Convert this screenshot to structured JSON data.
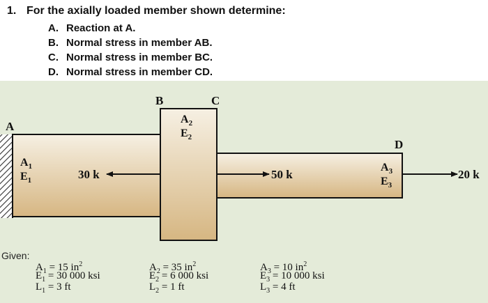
{
  "problem": {
    "number": "1.",
    "statement": "For the axially loaded member shown determine:",
    "parts": [
      {
        "letter": "A.",
        "text": "Reaction at A."
      },
      {
        "letter": "B.",
        "text": "Normal stress in member AB."
      },
      {
        "letter": "C.",
        "text": "Normal stress in member BC."
      },
      {
        "letter": "D.",
        "text": "Normal stress in member CD."
      }
    ]
  },
  "diagram": {
    "point_labels": {
      "A": "A",
      "B": "B",
      "C": "C",
      "D": "D"
    },
    "segment_labels": {
      "ab": {
        "area": "A",
        "area_sub": "1",
        "modulus": "E",
        "modulus_sub": "1"
      },
      "bc": {
        "area": "A",
        "area_sub": "2",
        "modulus": "E",
        "modulus_sub": "2"
      },
      "cd": {
        "area": "A",
        "area_sub": "3",
        "modulus": "E",
        "modulus_sub": "3"
      }
    },
    "loads": [
      {
        "label": "30 k",
        "direction": "left"
      },
      {
        "label": "50 k",
        "direction": "right"
      },
      {
        "label": "20 k",
        "direction": "right"
      }
    ],
    "colors": {
      "member_fill_top": "#f6f0e3",
      "member_fill_bottom": "#d6b682",
      "background": "#e4ebd9",
      "outline": "#111111"
    }
  },
  "given": {
    "title": "Given:",
    "columns": [
      {
        "A": "A",
        "A_sub": "1",
        "A_val": " = 15 in",
        "A_sup": "2",
        "E": "E",
        "E_sub": "1",
        "E_val": " = 30 000 ksi",
        "L": "L",
        "L_sub": "1",
        "L_val": " = 3 ft"
      },
      {
        "A": "A",
        "A_sub": "2",
        "A_val": " = 35 in",
        "A_sup": "2",
        "E": "E",
        "E_sub": "2",
        "E_val": " = 6 000 ksi",
        "L": "L",
        "L_sub": "2",
        "L_val": " = 1 ft"
      },
      {
        "A": "A",
        "A_sub": "3",
        "A_val": " = 10 in",
        "A_sup": "2",
        "E": "E",
        "E_sub": "3",
        "E_val": " = 10 000 ksi",
        "L": "L",
        "L_sub": "3",
        "L_val": " = 4 ft"
      }
    ]
  }
}
